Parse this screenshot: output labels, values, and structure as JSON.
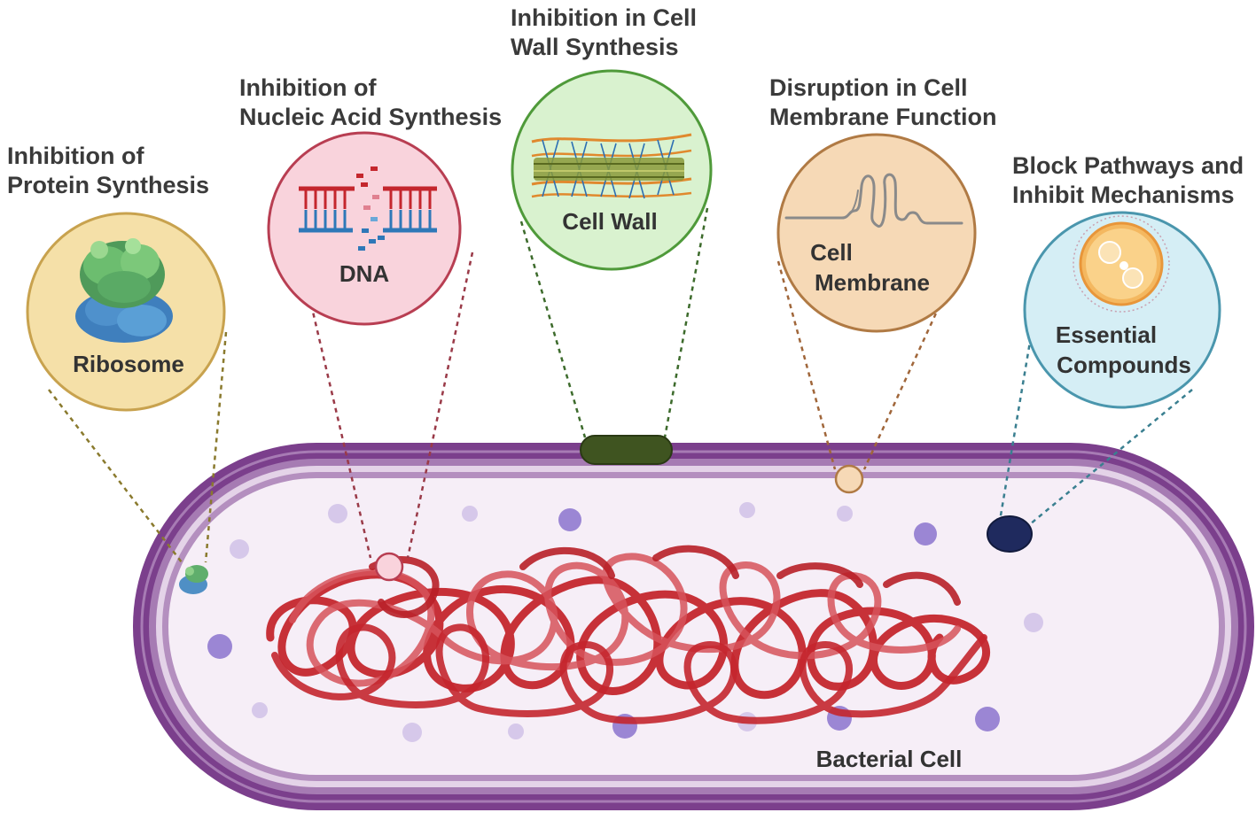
{
  "mechanisms": [
    {
      "id": "protein",
      "title_line1": "Inhibition of",
      "title_line2": "Protein Synthesis",
      "label_line1": "Ribosome",
      "label_line2": "",
      "fill": "#f5e0a8",
      "stroke": "#c8a24e",
      "line_color": "#8a7a2e"
    },
    {
      "id": "nucleic",
      "title_line1": "Inhibition of",
      "title_line2": "Nucleic Acid Synthesis",
      "label_line1": "DNA",
      "label_line2": "",
      "fill": "#f9d3dc",
      "stroke": "#b83e52",
      "line_color": "#9a3a48"
    },
    {
      "id": "wall",
      "title_line1": "Inhibition in Cell",
      "title_line2": "Wall Synthesis",
      "label_line1": "Cell Wall",
      "label_line2": "",
      "fill": "#d9f2cf",
      "stroke": "#4f9a3a",
      "line_color": "#3d6b2c"
    },
    {
      "id": "membrane",
      "title_line1": "Disruption in Cell",
      "title_line2": "Membrane Function",
      "label_line1": "Cell",
      "label_line2": "Membrane",
      "fill": "#f6d9b6",
      "stroke": "#b07a44",
      "line_color": "#a0663a"
    },
    {
      "id": "pathways",
      "title_line1": "Block Pathways and",
      "title_line2": "Inhibit Mechanisms",
      "label_line1": "Essential",
      "label_line2": "Compounds",
      "fill": "#d5eef5",
      "stroke": "#4a96ad",
      "line_color": "#3a7f90"
    }
  ],
  "cell": {
    "label": "Bacterial Cell",
    "membrane_color": "#7b3f8c",
    "cytoplasm_color": "#f6eef7",
    "dna_color": "#c4262d"
  }
}
